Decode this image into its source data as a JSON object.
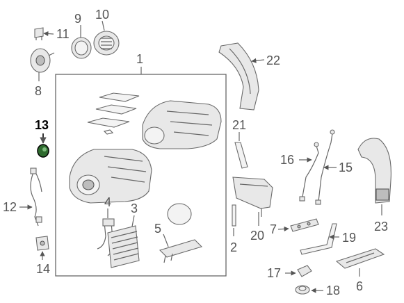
{
  "diagram": {
    "highlighted_callout": "13",
    "colors": {
      "line": "#666666",
      "part_fill": "#e8e8e8",
      "highlight_fill": "#2f6b2f",
      "highlight_label": "#000000"
    },
    "callouts": {
      "c1": "1",
      "c2": "2",
      "c3": "3",
      "c4": "4",
      "c5": "5",
      "c6": "6",
      "c7": "7",
      "c8": "8",
      "c9": "9",
      "c10": "10",
      "c11": "11",
      "c12": "12",
      "c13": "13",
      "c14": "14",
      "c15": "15",
      "c16": "16",
      "c17": "17",
      "c18": "18",
      "c19": "19",
      "c20": "20",
      "c21": "21",
      "c22": "22",
      "c23": "23"
    }
  }
}
